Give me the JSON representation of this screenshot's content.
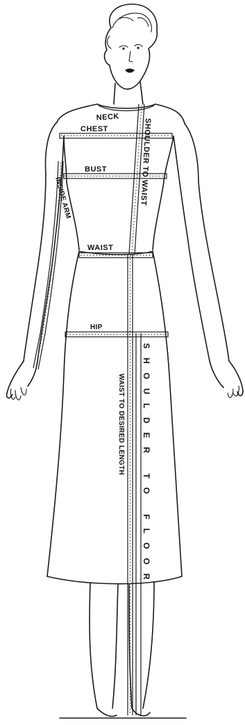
{
  "labels": {
    "neck": "NECK",
    "chest": "CHEST",
    "bust": "BUST",
    "waist": "WAIST",
    "hip": "HIP",
    "inside_arm": "INSIDE ARM",
    "shoulder_to_waist": "SHOULDER TO WAIST",
    "shoulder_to_floor": "SHOULDER TO FLOOR",
    "waist_to_desired_length": "WAIST TO DESIRED LENGTH"
  },
  "colors": {
    "ink": "#1a1a1a",
    "background": "#ffffff"
  }
}
